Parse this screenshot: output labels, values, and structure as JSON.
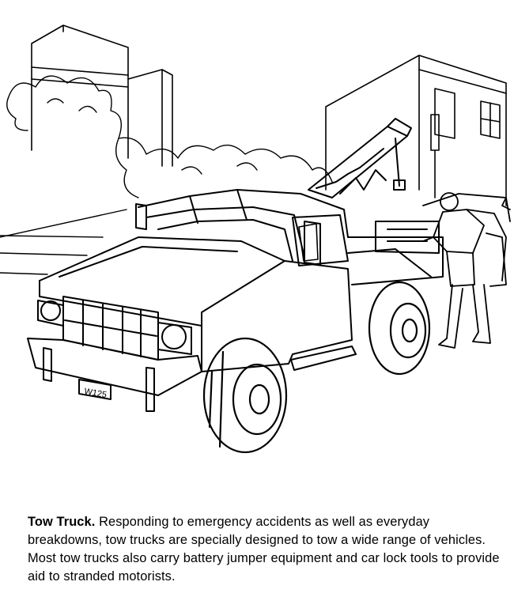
{
  "illustration": {
    "subject": "tow truck",
    "plate_text": "W125"
  },
  "caption": {
    "heading": "Tow Truck.",
    "body": "Responding to emergency accidents as well as everyday breakdowns, tow trucks are specially designed to tow a wide range of vehicles. Most tow trucks also carry battery jumper equipment and car lock tools to provide aid to stranded motorists."
  }
}
